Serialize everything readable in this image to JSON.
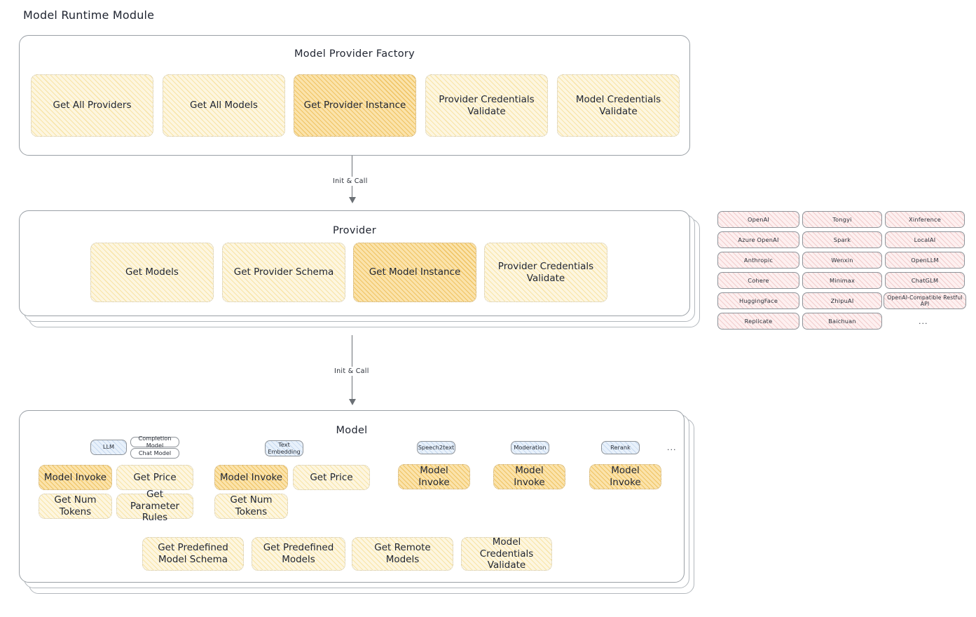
{
  "page": {
    "title": "Model Runtime Module"
  },
  "flow": {
    "arrow1_label": "Init & Call",
    "arrow2_label": "Init & Call"
  },
  "factory": {
    "title": "Model Provider Factory",
    "boxes": [
      {
        "label": "Get All Providers",
        "emphasis": "light"
      },
      {
        "label": "Get All Models",
        "emphasis": "light"
      },
      {
        "label": "Get Provider Instance",
        "emphasis": "dark"
      },
      {
        "label": "Provider Credentials Validate",
        "emphasis": "light"
      },
      {
        "label": "Model Credentials Validate",
        "emphasis": "light"
      }
    ]
  },
  "provider": {
    "title": "Provider",
    "boxes": [
      {
        "label": "Get Models",
        "emphasis": "light"
      },
      {
        "label": "Get Provider Schema",
        "emphasis": "light"
      },
      {
        "label": "Get Model Instance",
        "emphasis": "dark"
      },
      {
        "label": "Provider Credentials Validate",
        "emphasis": "light"
      }
    ]
  },
  "provider_list": {
    "columns": [
      [
        "OpenAI",
        "Azure OpenAI",
        "Anthropic",
        "Cohere",
        "HuggingFace",
        "Replicate"
      ],
      [
        "Tongyi",
        "Spark",
        "Wenxin",
        "Minimax",
        "ZhipuAI",
        "Baichuan"
      ],
      [
        "Xinference",
        "LocalAI",
        "OpenLLM",
        "ChatGLM",
        "OpenAI-Compatible Restful API"
      ]
    ],
    "more": "..."
  },
  "model": {
    "title": "Model",
    "more": "...",
    "types": [
      {
        "tag": "LLM",
        "subtags": [
          "Completion Model",
          "Chat Model"
        ],
        "methods": [
          {
            "label": "Model Invoke",
            "emphasis": "dark"
          },
          {
            "label": "Get Price",
            "emphasis": "light"
          },
          {
            "label": "Get Num Tokens",
            "emphasis": "light"
          },
          {
            "label": "Get Parameter Rules",
            "emphasis": "light"
          }
        ]
      },
      {
        "tag": "Text Embedding",
        "subtags": [],
        "methods": [
          {
            "label": "Model Invoke",
            "emphasis": "dark"
          },
          {
            "label": "Get Price",
            "emphasis": "light"
          },
          {
            "label": "Get Num Tokens",
            "emphasis": "light"
          }
        ]
      },
      {
        "tag": "Speech2text",
        "subtags": [],
        "methods": [
          {
            "label": "Model Invoke",
            "emphasis": "dark"
          }
        ]
      },
      {
        "tag": "Moderation",
        "subtags": [],
        "methods": [
          {
            "label": "Model Invoke",
            "emphasis": "dark"
          }
        ]
      },
      {
        "tag": "Rerank",
        "subtags": [],
        "methods": [
          {
            "label": "Model Invoke",
            "emphasis": "dark"
          }
        ]
      }
    ],
    "common_methods": [
      {
        "label": "Get Predefined Model Schema",
        "emphasis": "light"
      },
      {
        "label": "Get Predefined Models",
        "emphasis": "light"
      },
      {
        "label": "Get Remote Models",
        "emphasis": "light"
      },
      {
        "label": "Model Credentials Validate",
        "emphasis": "light"
      }
    ]
  },
  "colors": {
    "accent_light": "#fdf6e0",
    "accent_dark": "#fbe3ab",
    "provider_pill": "#fdf0f0",
    "tag_blue": "#e8f1fb",
    "stroke": "#9aa0a6"
  }
}
